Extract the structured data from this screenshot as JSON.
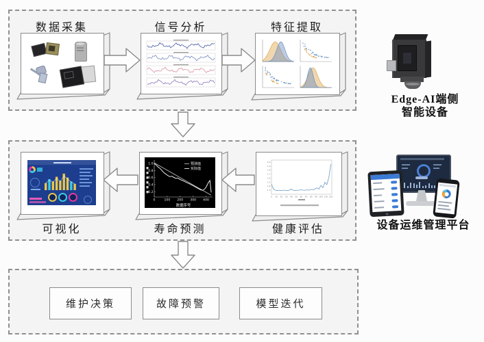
{
  "canvas": {
    "bg": "#fcfcfc",
    "panel_border": "#8a8a8a",
    "container_fill": "#f4f4f4",
    "dash_border": "#8f8f8f"
  },
  "stages": {
    "top": [
      {
        "label": "数据采集"
      },
      {
        "label": "信号分析"
      },
      {
        "label": "特征提取"
      }
    ],
    "middle": [
      {
        "label": "可视化"
      },
      {
        "label": "寿命预测"
      },
      {
        "label": "健康评估"
      }
    ],
    "bottom": [
      {
        "label": "维护决策"
      },
      {
        "label": "故障预警"
      },
      {
        "label": "模型迭代"
      }
    ]
  },
  "side_panel": {
    "edge_device": {
      "label_line1": "Edge-AI端侧",
      "label_line2": "智能设备"
    },
    "platform": {
      "label": "设备运维管理平台"
    }
  },
  "chart_data": [
    {
      "id": "life_prediction",
      "type": "line",
      "panel": "寿命预测",
      "bg": "#000000",
      "xlabel": "数据序号",
      "xticks": [
        0,
        100,
        200,
        300,
        400
      ],
      "yticks": [
        1.0,
        0.8,
        0.6,
        0.4,
        0.2
      ],
      "xlim": [
        0,
        450
      ],
      "ylim": [
        0.05,
        1.1
      ],
      "legend": [
        {
          "name": "预测值",
          "color": "#b9b9b9"
        },
        {
          "name": "实际值",
          "color": "#ffffff"
        }
      ],
      "series": [
        {
          "name": "预测值",
          "color": "#b9b9b9",
          "x": [
            0,
            440
          ],
          "y": [
            1.02,
            0.1
          ]
        },
        {
          "name": "实际值",
          "color": "#ffffff",
          "x": [
            0,
            15,
            30,
            45,
            60,
            75,
            90,
            105,
            120,
            135,
            150,
            165,
            180,
            195,
            210,
            225,
            240,
            255,
            270,
            285,
            300,
            315,
            330,
            345,
            360,
            375,
            390,
            400,
            410,
            420,
            430,
            440
          ],
          "y": [
            1.0,
            0.96,
            0.9,
            0.86,
            0.8,
            0.74,
            0.7,
            0.66,
            0.63,
            0.64,
            0.61,
            0.58,
            0.59,
            0.56,
            0.53,
            0.51,
            0.48,
            0.45,
            0.43,
            0.4,
            0.37,
            0.34,
            0.31,
            0.28,
            0.25,
            0.24,
            0.28,
            0.33,
            0.4,
            0.47,
            0.52,
            0.18
          ]
        }
      ]
    },
    {
      "id": "health_assessment",
      "type": "line",
      "panel": "健康评估",
      "bg": "#ffffff",
      "line_color": "#6d9bc3",
      "xlim": [
        0,
        122
      ],
      "ylim": [
        1.2,
        2.05
      ],
      "xticks": [
        0,
        10,
        20,
        30,
        40,
        50,
        60,
        70,
        80,
        90,
        100,
        110,
        120
      ],
      "yticks": [
        2.0,
        1.9,
        1.8,
        1.7,
        1.6,
        1.5,
        1.4,
        1.3
      ],
      "x": [
        0,
        4,
        8,
        12,
        16,
        20,
        24,
        28,
        32,
        36,
        40,
        44,
        48,
        52,
        56,
        60,
        64,
        68,
        72,
        76,
        80,
        84,
        88,
        92,
        96,
        100,
        104,
        108,
        112,
        116,
        120
      ],
      "y": [
        1.45,
        1.33,
        1.3,
        1.29,
        1.3,
        1.29,
        1.3,
        1.3,
        1.29,
        1.3,
        1.33,
        1.3,
        1.29,
        1.3,
        1.3,
        1.31,
        1.3,
        1.3,
        1.31,
        1.3,
        1.32,
        1.31,
        1.33,
        1.36,
        1.33,
        1.42,
        1.36,
        1.5,
        1.44,
        1.62,
        1.95
      ]
    },
    {
      "id": "signal_strips",
      "type": "line",
      "panel": "信号分析",
      "strips": [
        {
          "color": "#44599c"
        },
        {
          "color": "#7589c2"
        },
        {
          "color": "#d890a0"
        },
        {
          "color": "#8b76b8"
        }
      ]
    },
    {
      "id": "feature_grid",
      "type": "scatter",
      "panel": "特征提取",
      "colors": {
        "blue": "#6a8fc0",
        "orange": "#dda74f"
      }
    },
    {
      "id": "dashboard",
      "type": "bar",
      "panel": "可视化",
      "bg": "#1d3e8e",
      "bar_values": [
        9,
        14,
        11,
        17,
        12,
        21,
        16,
        11,
        8
      ],
      "bar_colors": [
        "#e9c64a",
        "#39c9e8"
      ],
      "donut_colors": [
        "#e9c64a",
        "#39c9e8",
        "#e3389f"
      ]
    }
  ]
}
